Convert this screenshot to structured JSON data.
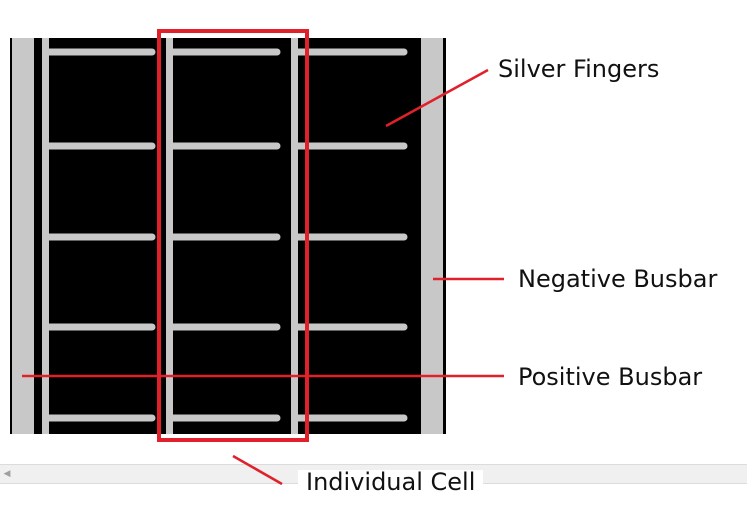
{
  "labels": {
    "silver_fingers": "Silver Fingers",
    "negative_busbar": "Negative Busbar",
    "positive_busbar": "Positive Busbar",
    "individual_cell": "Individual Cell"
  },
  "icons": {
    "scroll_left": "scroll-left-arrow-icon"
  },
  "colors": {
    "cell_background": "#000000",
    "metal": "#c8c8c8",
    "annotation": "#e0202a",
    "text": "#111111"
  }
}
